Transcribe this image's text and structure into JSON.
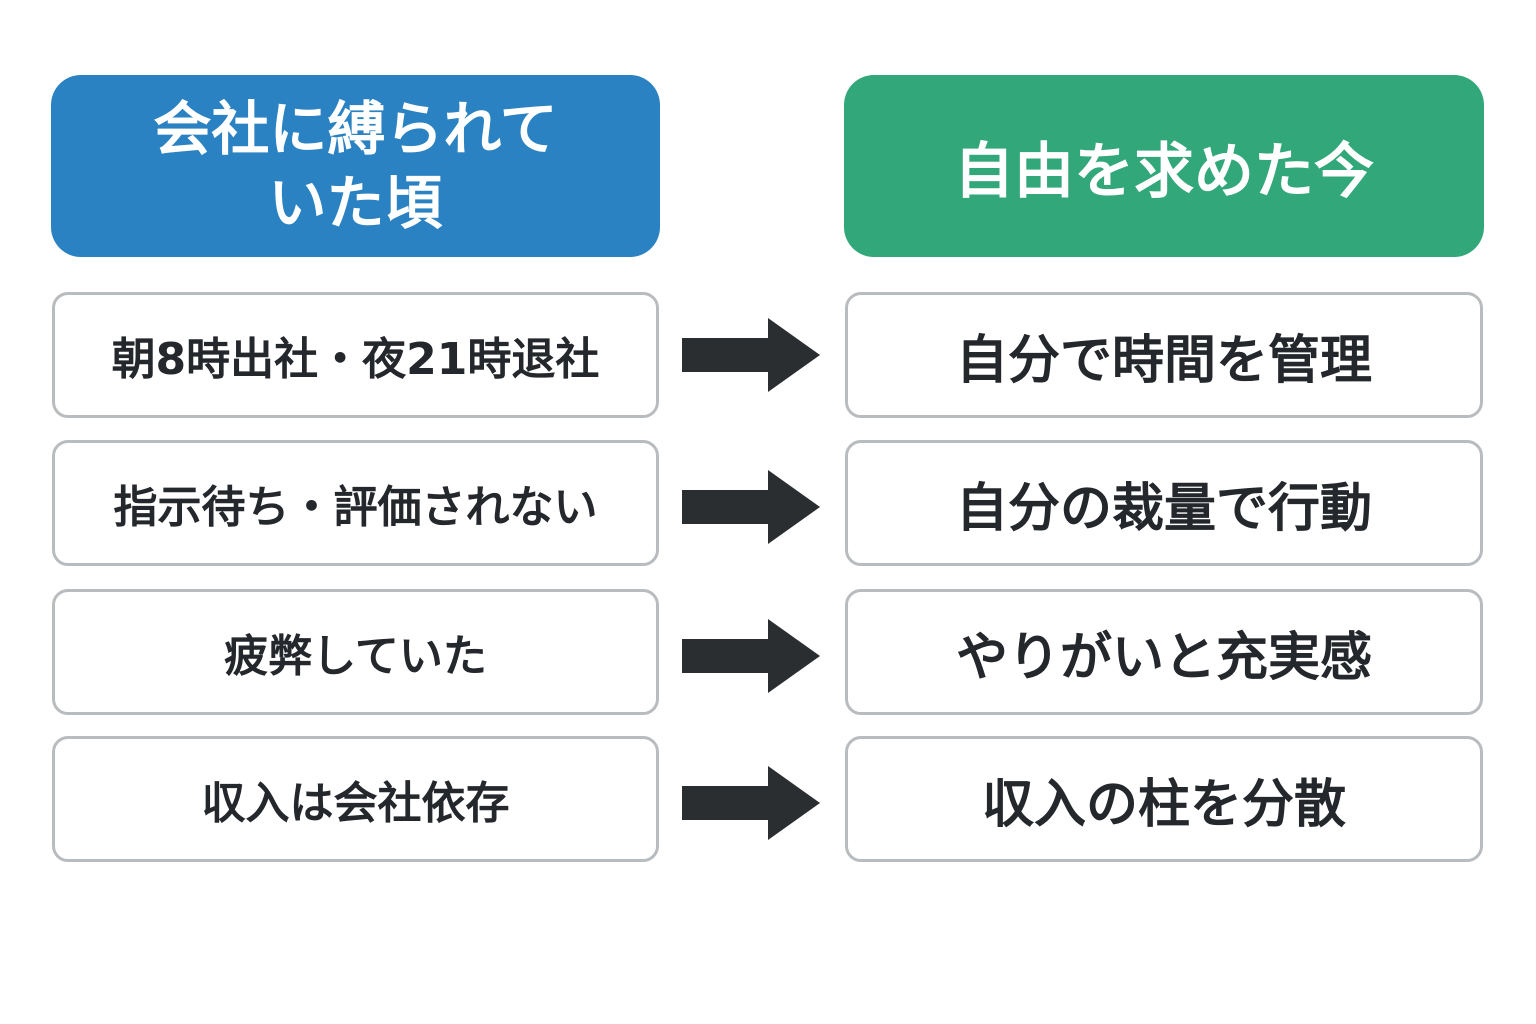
{
  "headers": {
    "before": {
      "line1": "会社に縛られて",
      "line2": "いた頃"
    },
    "after": "自由を求めた今"
  },
  "rows": [
    {
      "before": "朝8時出社・夜21時退社",
      "after": "自分で時間を管理"
    },
    {
      "before": "指示待ち・評価されない",
      "after": "自分の裁量で行動"
    },
    {
      "before": "疲弊していた",
      "after": "やりがいと充実感"
    },
    {
      "before": "収入は会社依存",
      "after": "収入の柱を分散"
    }
  ],
  "colors": {
    "before_header": "#2a82c2",
    "after_header": "#32a77a",
    "arrow": "#2b2e31",
    "box_border": "#b9bcbf",
    "text": "#24272b"
  },
  "icons": {
    "arrow": "right-arrow-icon"
  }
}
